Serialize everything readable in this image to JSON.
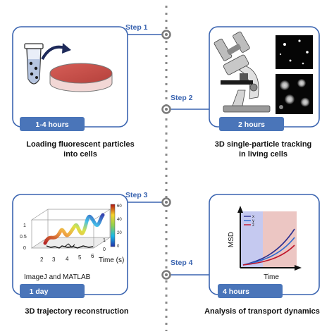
{
  "steps": [
    {
      "label": "Step 1",
      "duration": "1-4 hours",
      "caption_lines": [
        "Loading fluorescent particles",
        "into cells"
      ]
    },
    {
      "label": "Step 2",
      "duration": "2 hours",
      "caption_lines": [
        "3D single-particle tracking",
        "in living cells"
      ]
    },
    {
      "label": "Step 3",
      "duration": "1 day",
      "caption_lines": [
        "3D trajectory reconstruction"
      ],
      "panel": {
        "software_label": "ImageJ and MATLAB",
        "x_axis_label": "Time (s)",
        "x_ticks": [
          "2",
          "3",
          "4",
          "5",
          "6"
        ],
        "y_ticks": [
          "1",
          "0.5",
          "0"
        ],
        "side_ticks": [
          "1",
          "0"
        ],
        "colorbar_ticks": [
          "60",
          "40",
          "20",
          "0"
        ]
      }
    },
    {
      "label": "Step 4",
      "duration": "4 hours",
      "caption_lines": [
        "Analysis of transport dynamics"
      ],
      "panel": {
        "y_axis_label": "MSD",
        "x_axis_label": "Time",
        "legend": [
          "x",
          "y",
          "z"
        ]
      }
    }
  ],
  "colors": {
    "accent_blue": "#3a64b0",
    "tab_blue": "#4a75b9",
    "dash_gray": "#8a8a8a",
    "dish_fill": "#c9504a",
    "msd_blue_region": "#c5c9f0",
    "msd_pink_region": "#ecc6c3"
  }
}
